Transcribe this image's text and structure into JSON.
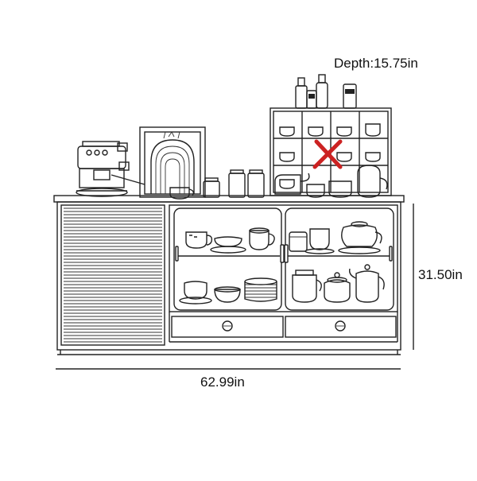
{
  "dimensions": {
    "depth": "Depth:15.75in",
    "height": "31.50in",
    "width": "62.99in"
  },
  "colors": {
    "line": "#222222",
    "background": "#ffffff",
    "mark": "#cc2222"
  },
  "marks": {
    "cross": "x-mark-icon"
  }
}
